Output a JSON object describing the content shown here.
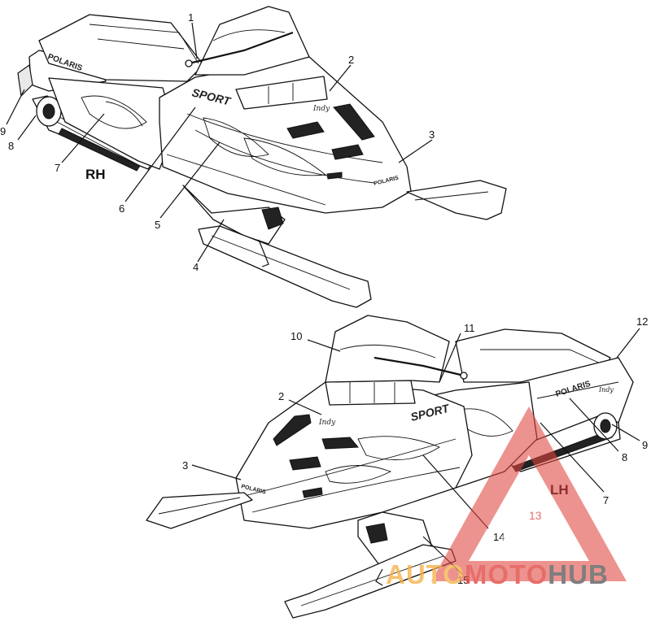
{
  "views": {
    "rh": {
      "label": "RH"
    },
    "lh": {
      "label": "LH"
    }
  },
  "decals": {
    "brand": "POLARIS",
    "model": "SPORT",
    "script": "Indy"
  },
  "callouts": {
    "rh": [
      "1",
      "2",
      "3",
      "4",
      "5",
      "6",
      "7",
      "8",
      "9"
    ],
    "lh": [
      "10",
      "11",
      "12",
      "2",
      "3",
      "14",
      "15",
      "8",
      "9",
      "7"
    ],
    "watermark_ref": "13"
  },
  "watermark": {
    "part1": "AUTO",
    "part2": "MOTO",
    "part3": "HUB",
    "colors": {
      "auto": "#f5b24a",
      "moto": "#e0463f",
      "hub": "#5a5a5a",
      "triangle": "#e0463f"
    }
  }
}
